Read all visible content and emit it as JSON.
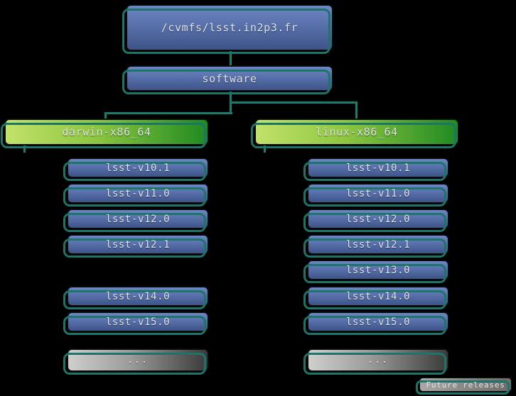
{
  "diagram": {
    "title": "CVMFS LSST software stack tree",
    "colors": {
      "background": "#000000",
      "connector": "#1f7a6e",
      "blue_node": "#5871ab",
      "green_node": "#8cc63f",
      "gray_node": "#9a9a9a",
      "text": "#dfe3ea"
    },
    "root": {
      "label": "/cvmfs/lsst.in2p3.fr"
    },
    "software": {
      "label": "software"
    },
    "platforms": [
      {
        "label": "darwin-x86_64",
        "releases": [
          {
            "label": "lsst-v10.1",
            "kind": "release"
          },
          {
            "label": "lsst-v11.0",
            "kind": "release"
          },
          {
            "label": "lsst-v12.0",
            "kind": "release"
          },
          {
            "label": "lsst-v12.1",
            "kind": "release"
          },
          {
            "label": "",
            "kind": "spacer"
          },
          {
            "label": "lsst-v14.0",
            "kind": "release"
          },
          {
            "label": "lsst-v15.0",
            "kind": "release"
          },
          {
            "label": "",
            "kind": "spacer"
          },
          {
            "label": "...",
            "kind": "future"
          }
        ]
      },
      {
        "label": "linux-x86_64",
        "releases": [
          {
            "label": "lsst-v10.1",
            "kind": "release"
          },
          {
            "label": "lsst-v11.0",
            "kind": "release"
          },
          {
            "label": "lsst-v12.0",
            "kind": "release"
          },
          {
            "label": "lsst-v12.1",
            "kind": "release"
          },
          {
            "label": "lsst-v13.0",
            "kind": "release"
          },
          {
            "label": "lsst-v14.0",
            "kind": "release"
          },
          {
            "label": "lsst-v15.0",
            "kind": "release"
          },
          {
            "label": "",
            "kind": "spacer"
          },
          {
            "label": "...",
            "kind": "future"
          }
        ]
      }
    ],
    "legend": {
      "label": "Future releases"
    }
  }
}
